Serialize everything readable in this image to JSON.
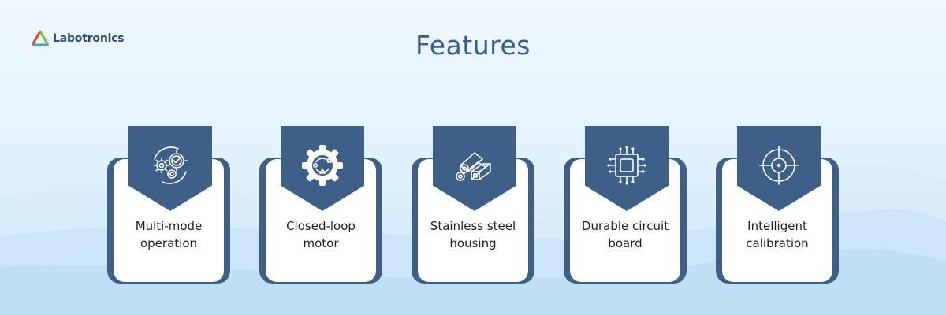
{
  "brand": {
    "name": "Labotronics"
  },
  "page": {
    "title": "Features"
  },
  "colors": {
    "card": "#3d5f88",
    "title": "#3a5f8f",
    "background": "#e6f4fd"
  },
  "features": [
    {
      "label": "Multi-mode operation",
      "icon": "gears-check-icon"
    },
    {
      "label": "Closed-loop motor",
      "icon": "gear-cycle-icon"
    },
    {
      "label": "Stainless steel housing",
      "icon": "steel-pipes-icon"
    },
    {
      "label": "Durable circuit board",
      "icon": "chip-icon"
    },
    {
      "label": "Intelligent calibration",
      "icon": "crosshair-icon"
    }
  ]
}
